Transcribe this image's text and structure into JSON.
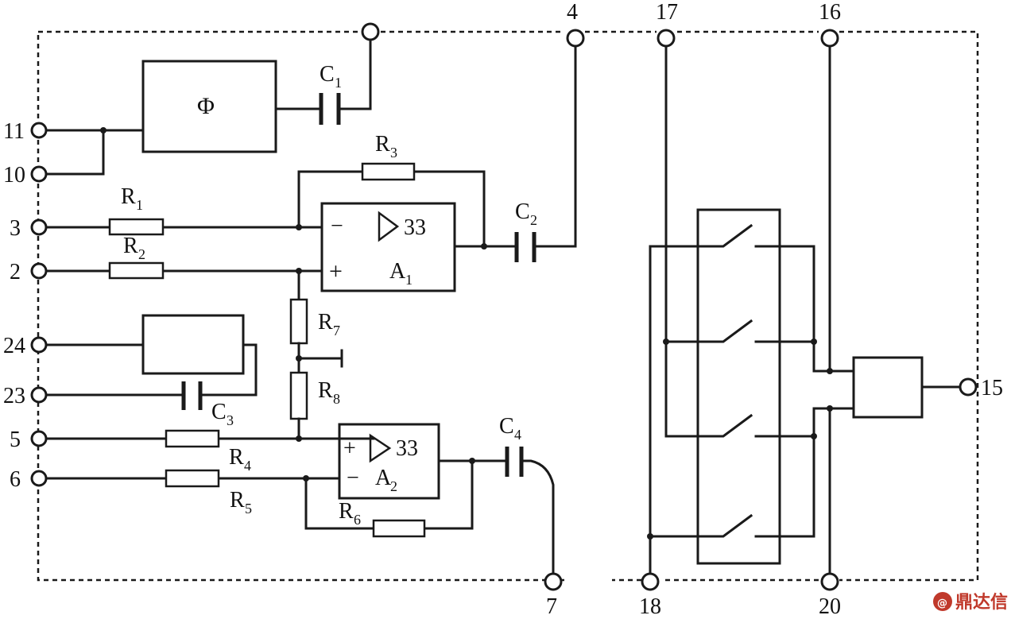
{
  "terminals": {
    "t11": "11",
    "t10": "10",
    "t3": "3",
    "t2": "2",
    "t24": "24",
    "t23": "23",
    "t5": "5",
    "t6": "6",
    "t4": "4",
    "t7": "7",
    "t17": "17",
    "t16": "16",
    "t18": "18",
    "t20": "20",
    "t15": "15"
  },
  "components": {
    "phi": "Φ",
    "c1": "C",
    "c1_sub": "1",
    "c2": "C",
    "c2_sub": "2",
    "c3": "C",
    "c3_sub": "3",
    "c4": "C",
    "c4_sub": "4",
    "r1": "R",
    "r1_sub": "1",
    "r2": "R",
    "r2_sub": "2",
    "r3": "R",
    "r3_sub": "3",
    "r4": "R",
    "r4_sub": "4",
    "r5": "R",
    "r5_sub": "5",
    "r6": "R",
    "r6_sub": "6",
    "r7": "R",
    "r7_sub": "7",
    "r8": "R",
    "r8_sub": "8",
    "a1": "A",
    "a1_sub": "1",
    "a2": "A",
    "a2_sub": "2",
    "a1_gain": "33",
    "a2_gain": "33",
    "a1_minus": "−",
    "a1_plus": "+",
    "a2_plus": "+",
    "a2_minus": "−"
  },
  "watermark": {
    "text": "鼎达信",
    "color": "#c0392b"
  }
}
